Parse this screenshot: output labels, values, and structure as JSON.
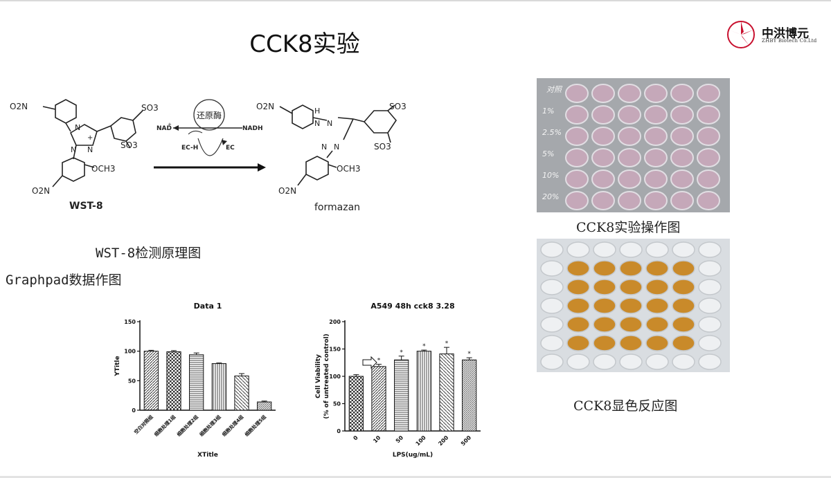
{
  "slide": {
    "title": "CCK8实验",
    "logo_cn": "中洪博元",
    "logo_en": "ZHBY Biotech Co.Ltd",
    "wst_caption": "WST-8检测原理图",
    "graphpad_label": "Graphpad数据作图",
    "photo1_caption": "CCK8实验操作图",
    "photo2_caption": "CCK8显色反应图"
  },
  "reaction": {
    "left_name": "WST-8",
    "right_name": "formazan",
    "enzyme": "还原酶",
    "nad_plus": "NAD",
    "nadh": "NADH",
    "ec_h": "EC-H",
    "ec": "EC",
    "so3": "SO3",
    "o2n": "O2N",
    "och3": "OCH3",
    "h": "H"
  },
  "plate_labels": [
    "对照",
    "1%",
    "2.5%",
    "5%",
    "10%",
    "20%"
  ],
  "chart_data": [
    {
      "type": "bar",
      "title": "Data 1",
      "xlabel": "XTitle",
      "ylabel": "YTitle",
      "categories": [
        "空白对照组",
        "细胞处理1组",
        "细胞处理2组",
        "细胞处理3组",
        "细胞处理4组",
        "细胞处理5组"
      ],
      "values": [
        100,
        99,
        94,
        79,
        58,
        14
      ],
      "errors": [
        1.5,
        2,
        3,
        1,
        4,
        1.5
      ],
      "ylim": [
        0,
        150
      ],
      "yticks": [
        "0",
        "50",
        "100",
        "150"
      ]
    },
    {
      "type": "bar",
      "title": "A549 48h cck8 3.28",
      "xlabel": "LPS(ug/mL)",
      "ylabel_line1": "Cell Viability",
      "ylabel_line2": "(% of untreated control)",
      "categories": [
        "0",
        "10",
        "50",
        "100",
        "200",
        "500"
      ],
      "values": [
        100,
        118,
        130,
        146,
        141,
        130
      ],
      "errors": [
        3,
        4,
        7,
        2,
        12,
        4
      ],
      "significance": [
        "",
        "*",
        "*",
        "*",
        "*",
        "*"
      ],
      "ylim": [
        0,
        200
      ],
      "yticks": [
        "0",
        "50",
        "100",
        "150",
        "200"
      ]
    }
  ]
}
